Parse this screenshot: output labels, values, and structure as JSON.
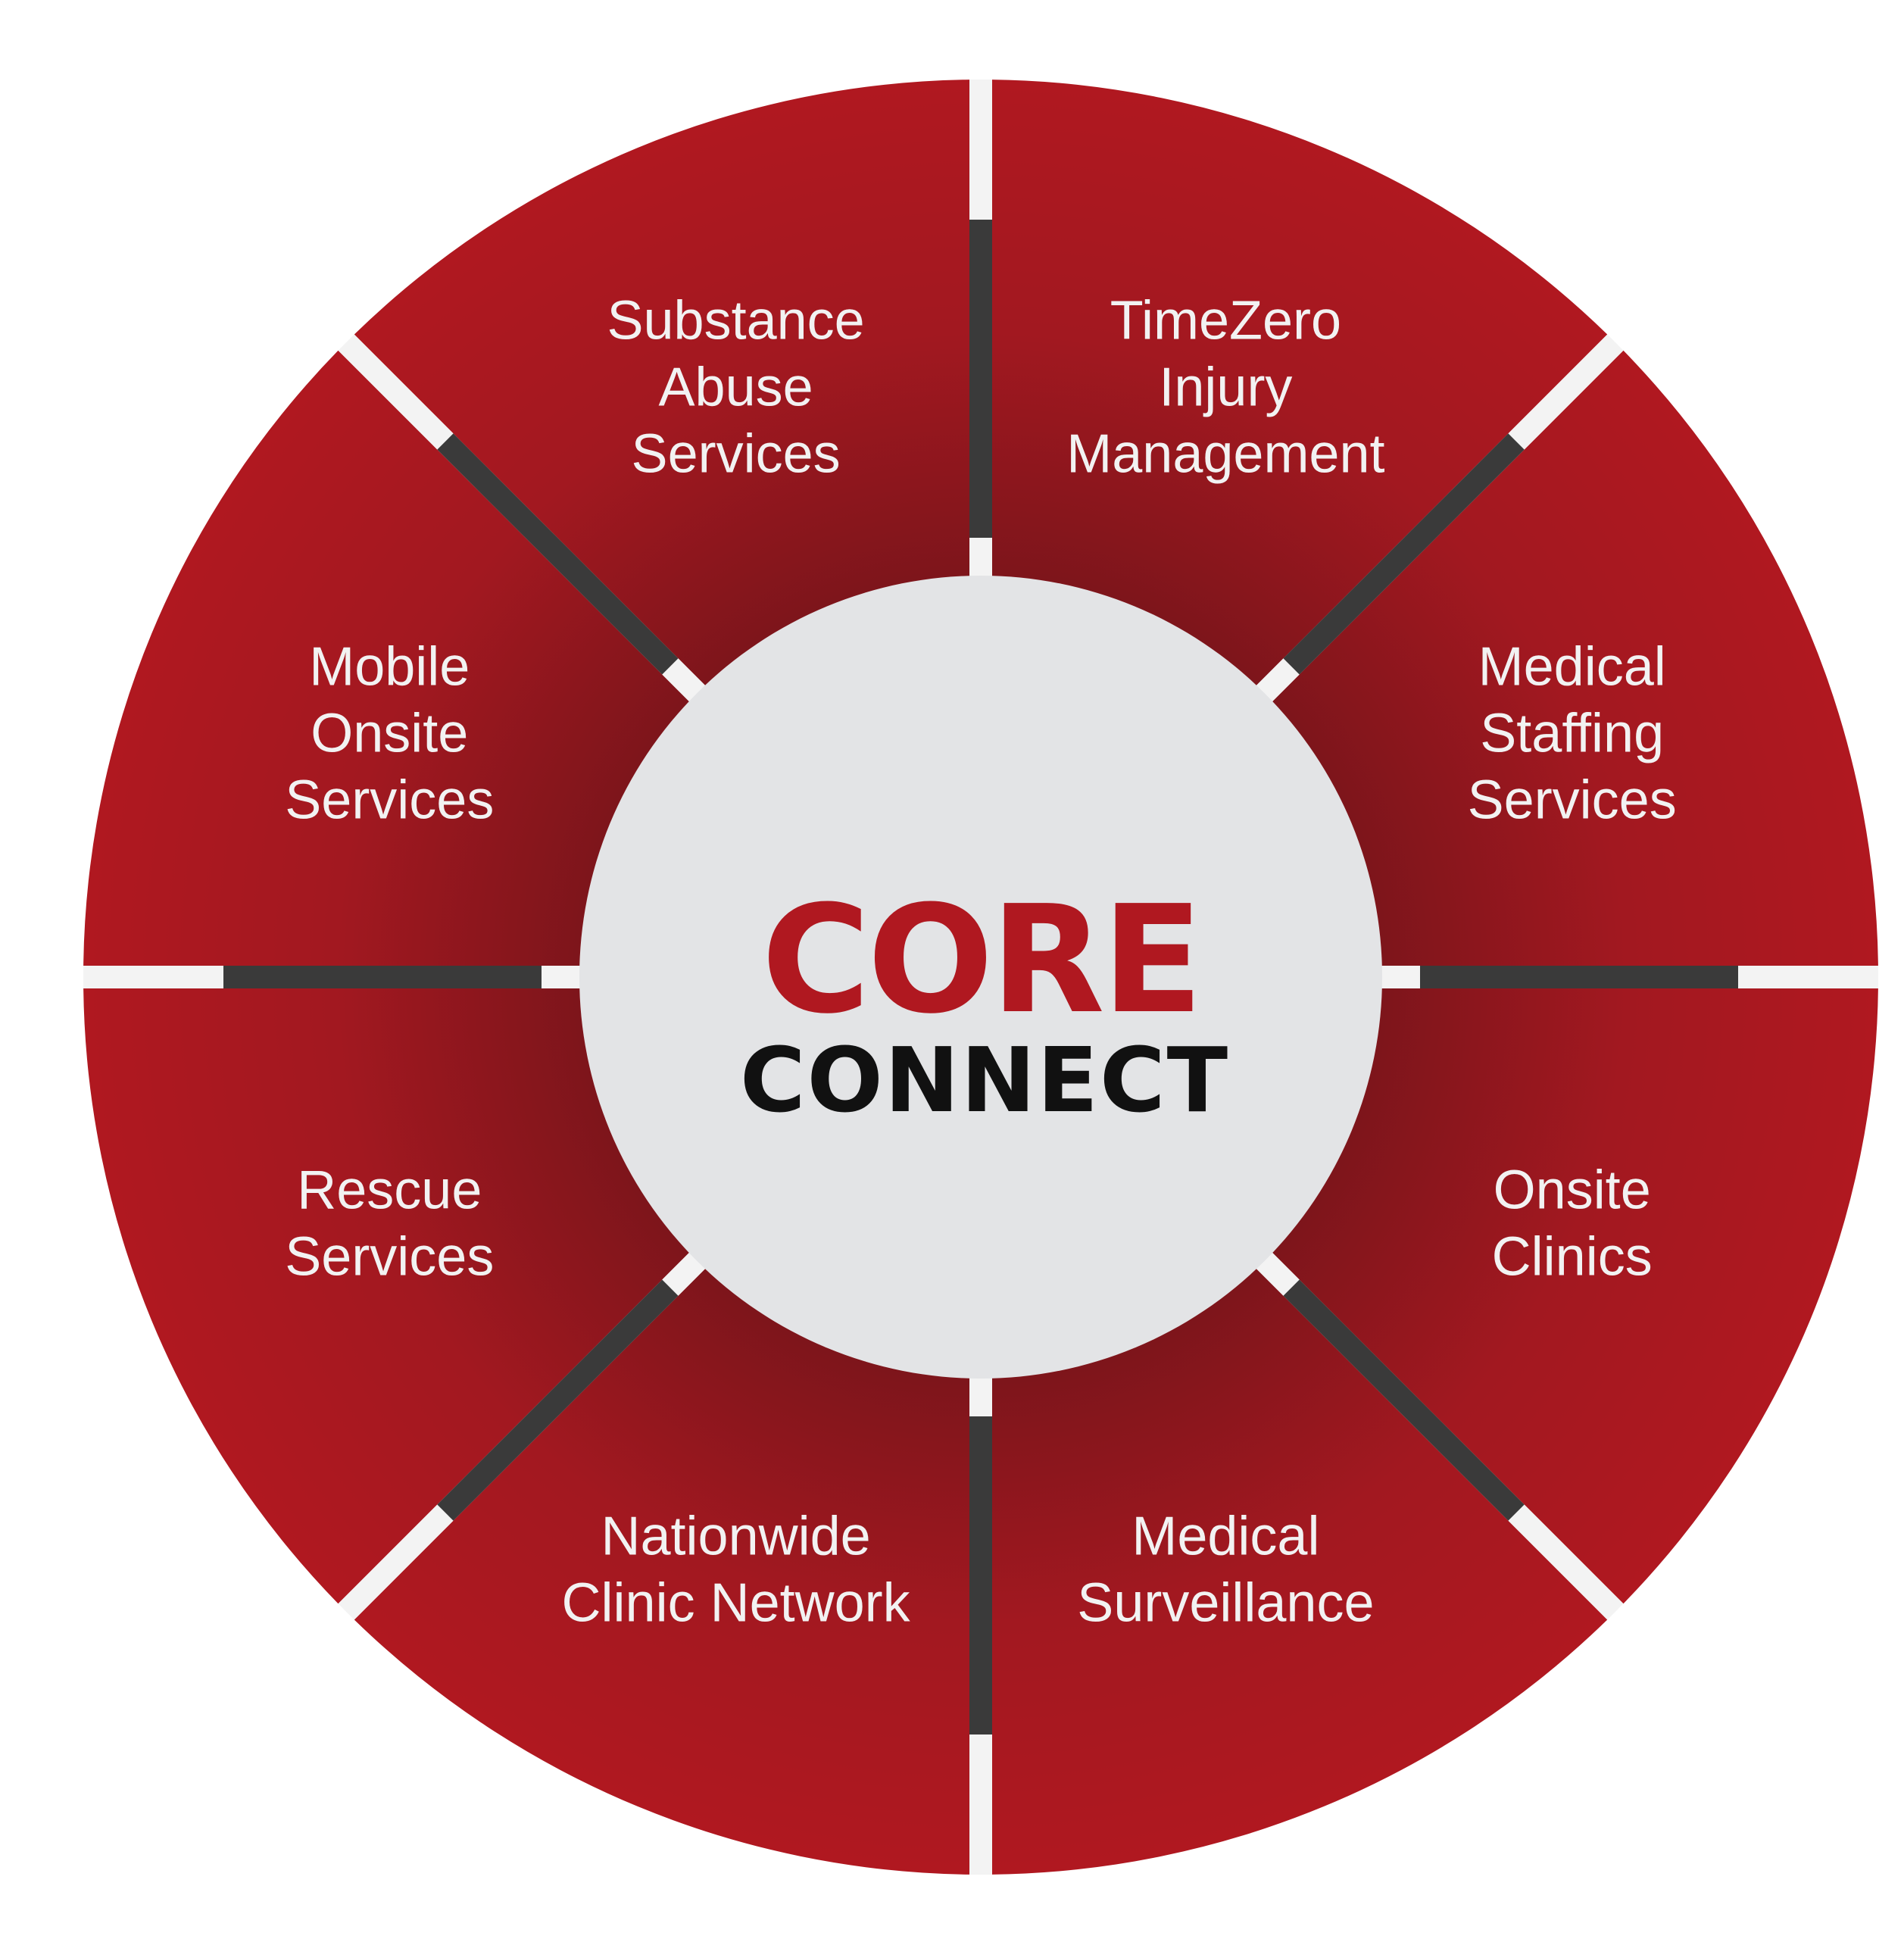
{
  "colors": {
    "segment_red": "#b01820",
    "segment_red_inner": "#7e151b",
    "separator_dark": "#3a3a3a",
    "separator_light": "#f3f3f3",
    "hub_fill": "#e3e4e6",
    "label_text": "#f2f2f2",
    "core_red": "#b01820",
    "connect_black": "#111111"
  },
  "hub": {
    "title": "CORE",
    "subtitle": "CONNECT"
  },
  "segments": [
    {
      "name": "timezero",
      "lines": [
        "TimeZero",
        "Injury",
        "Management"
      ]
    },
    {
      "name": "medical-staffing",
      "lines": [
        "Medical",
        "Staffing",
        "Services"
      ]
    },
    {
      "name": "onsite-clinics",
      "lines": [
        "Onsite",
        "Clinics"
      ]
    },
    {
      "name": "medical-surveillance",
      "lines": [
        "Medical",
        "Surveillance"
      ]
    },
    {
      "name": "nationwide-clinic-network",
      "lines": [
        "Nationwide",
        "Clinic Network"
      ]
    },
    {
      "name": "rescue-services",
      "lines": [
        "Rescue",
        "Services"
      ]
    },
    {
      "name": "mobile-onsite",
      "lines": [
        "Mobile",
        "Onsite",
        "Services"
      ]
    },
    {
      "name": "substance-abuse",
      "lines": [
        "Substance",
        "Abuse",
        "Services"
      ]
    }
  ]
}
